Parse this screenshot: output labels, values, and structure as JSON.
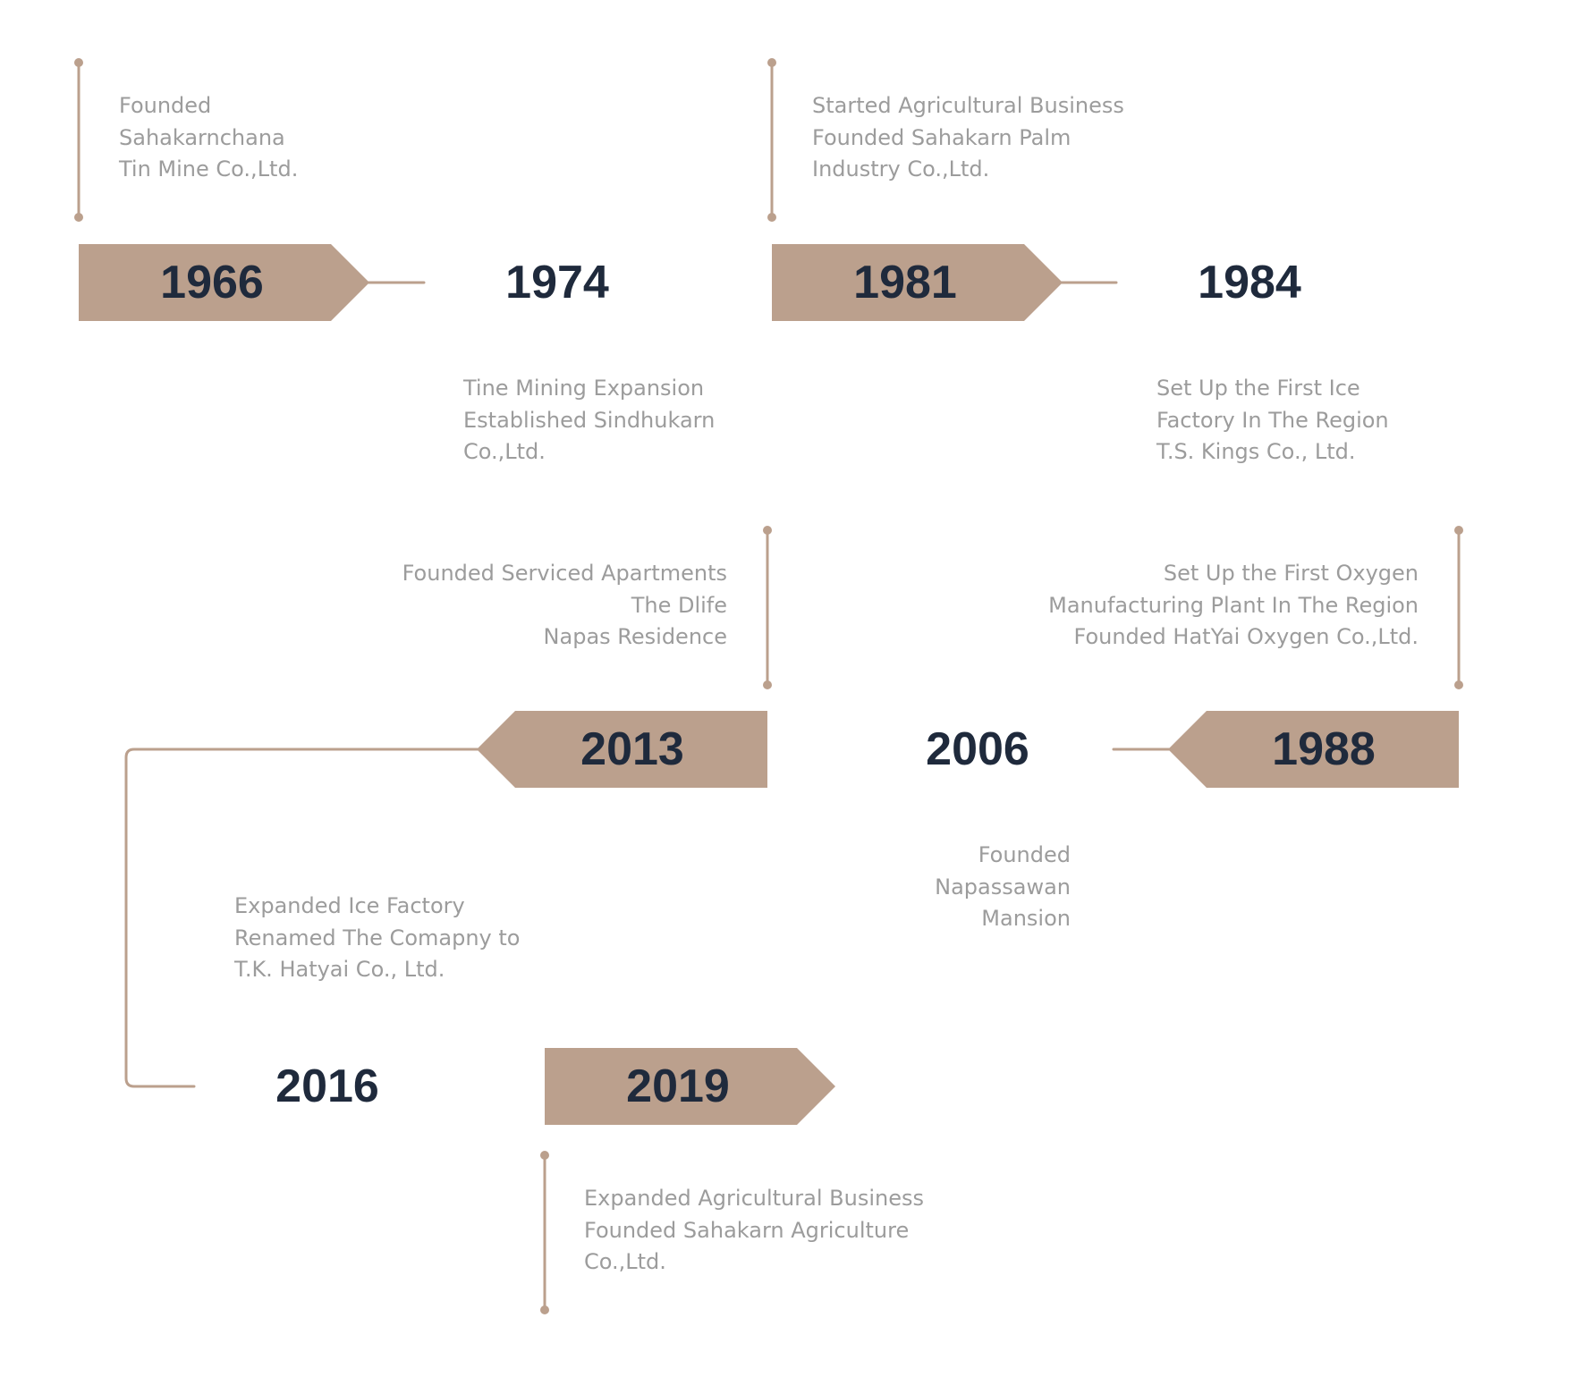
{
  "colors": {
    "accent": "#BBA08D",
    "year_text": "#1F2A3C",
    "description_text": "#9C9C9C",
    "background": "#FFFFFF"
  },
  "events": [
    {
      "year": "1966",
      "style": "tag",
      "lines": [
        "Founded",
        "Sahakarnchana",
        "Tin Mine Co.,Ltd."
      ]
    },
    {
      "year": "1974",
      "style": "plain",
      "lines": [
        "Tine Mining Expansion",
        "Established Sindhukarn",
        "Co.,Ltd."
      ]
    },
    {
      "year": "1981",
      "style": "tag",
      "lines": [
        "Started Agricultural Business",
        "Founded Sahakarn Palm",
        "Industry Co.,Ltd."
      ]
    },
    {
      "year": "1984",
      "style": "plain",
      "lines": [
        "Set Up the First Ice",
        "Factory In The Region",
        "T.S. Kings Co., Ltd."
      ]
    },
    {
      "year": "1988",
      "style": "tag",
      "lines": [
        "Set Up the First Oxygen",
        "Manufacturing Plant In The Region",
        "Founded HatYai Oxygen Co.,Ltd."
      ]
    },
    {
      "year": "2006",
      "style": "plain",
      "lines": [
        "Founded",
        "Napassawan",
        "Mansion"
      ]
    },
    {
      "year": "2013",
      "style": "tag",
      "lines": [
        "Founded Serviced Apartments",
        "The Dlife",
        "Napas Residence"
      ]
    },
    {
      "year": "2016",
      "style": "plain",
      "lines": [
        "Expanded Ice Factory",
        "Renamed The Comapny to",
        "T.K. Hatyai Co., Ltd."
      ]
    },
    {
      "year": "2019",
      "style": "tag",
      "lines": [
        "Expanded Agricultural Business",
        "Founded Sahakarn Agriculture",
        "Co.,Ltd."
      ]
    }
  ]
}
